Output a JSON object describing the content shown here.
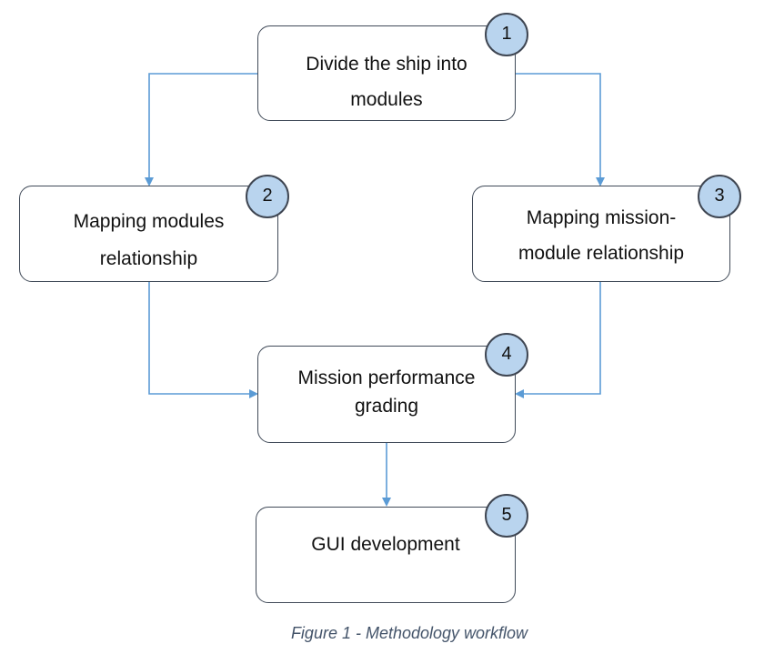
{
  "diagram": {
    "steps": [
      {
        "number": "1",
        "line1": "Divide the ship into",
        "line2": "modules"
      },
      {
        "number": "2",
        "line1": "Mapping modules",
        "line2": "relationship"
      },
      {
        "number": "3",
        "line1": "Mapping mission-",
        "line2": "module relationship"
      },
      {
        "number": "4",
        "line1": "Mission performance",
        "line2": "grading"
      },
      {
        "number": "5",
        "line1": "GUI development",
        "line2": ""
      }
    ],
    "connections": [
      {
        "from": "1",
        "to": "2"
      },
      {
        "from": "1",
        "to": "3"
      },
      {
        "from": "2",
        "to": "4"
      },
      {
        "from": "3",
        "to": "4"
      },
      {
        "from": "4",
        "to": "5"
      }
    ],
    "colors": {
      "connector": "#5b9bd5",
      "badge_fill": "#b9d4ee",
      "box_border": "#404a58",
      "caption": "#44546a"
    }
  },
  "caption": "Figure 1 - Methodology workflow"
}
